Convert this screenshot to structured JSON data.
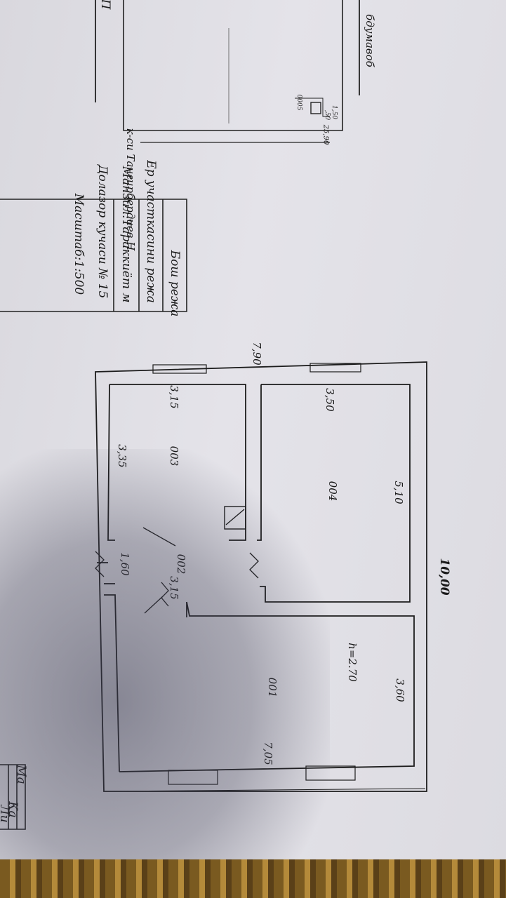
{
  "plot": {
    "dimension": "25,90",
    "inset_width": "1,50",
    "inset_height": ",50",
    "inset_label": "0005",
    "street": "к-си  Тангирбердиев Н",
    "right_label": "бдумавоб",
    "top_letter": "П"
  },
  "title_block": {
    "title": "Бош режа",
    "row1": "Ер участкасини режа",
    "row2": "Манзил:Тараккиёт  м",
    "row3": "Долазор  кучаси № 15",
    "row4": "Масштаб:1:500"
  },
  "floor_plan": {
    "overall_length": "10,00",
    "overall_width": "7,90",
    "rooms": [
      {
        "id": "001",
        "width": "3,60",
        "length": "7,05",
        "height": "h=2.70"
      },
      {
        "id": "002",
        "width": "1,60",
        "length": "3,15"
      },
      {
        "id": "003",
        "width": "3,15",
        "length": "3,35"
      },
      {
        "id": "004",
        "width": "3,50",
        "length": "5,10"
      }
    ]
  },
  "left_table": {
    "row1": "Ли",
    "row2": "Ка",
    "row3": "Ма"
  }
}
